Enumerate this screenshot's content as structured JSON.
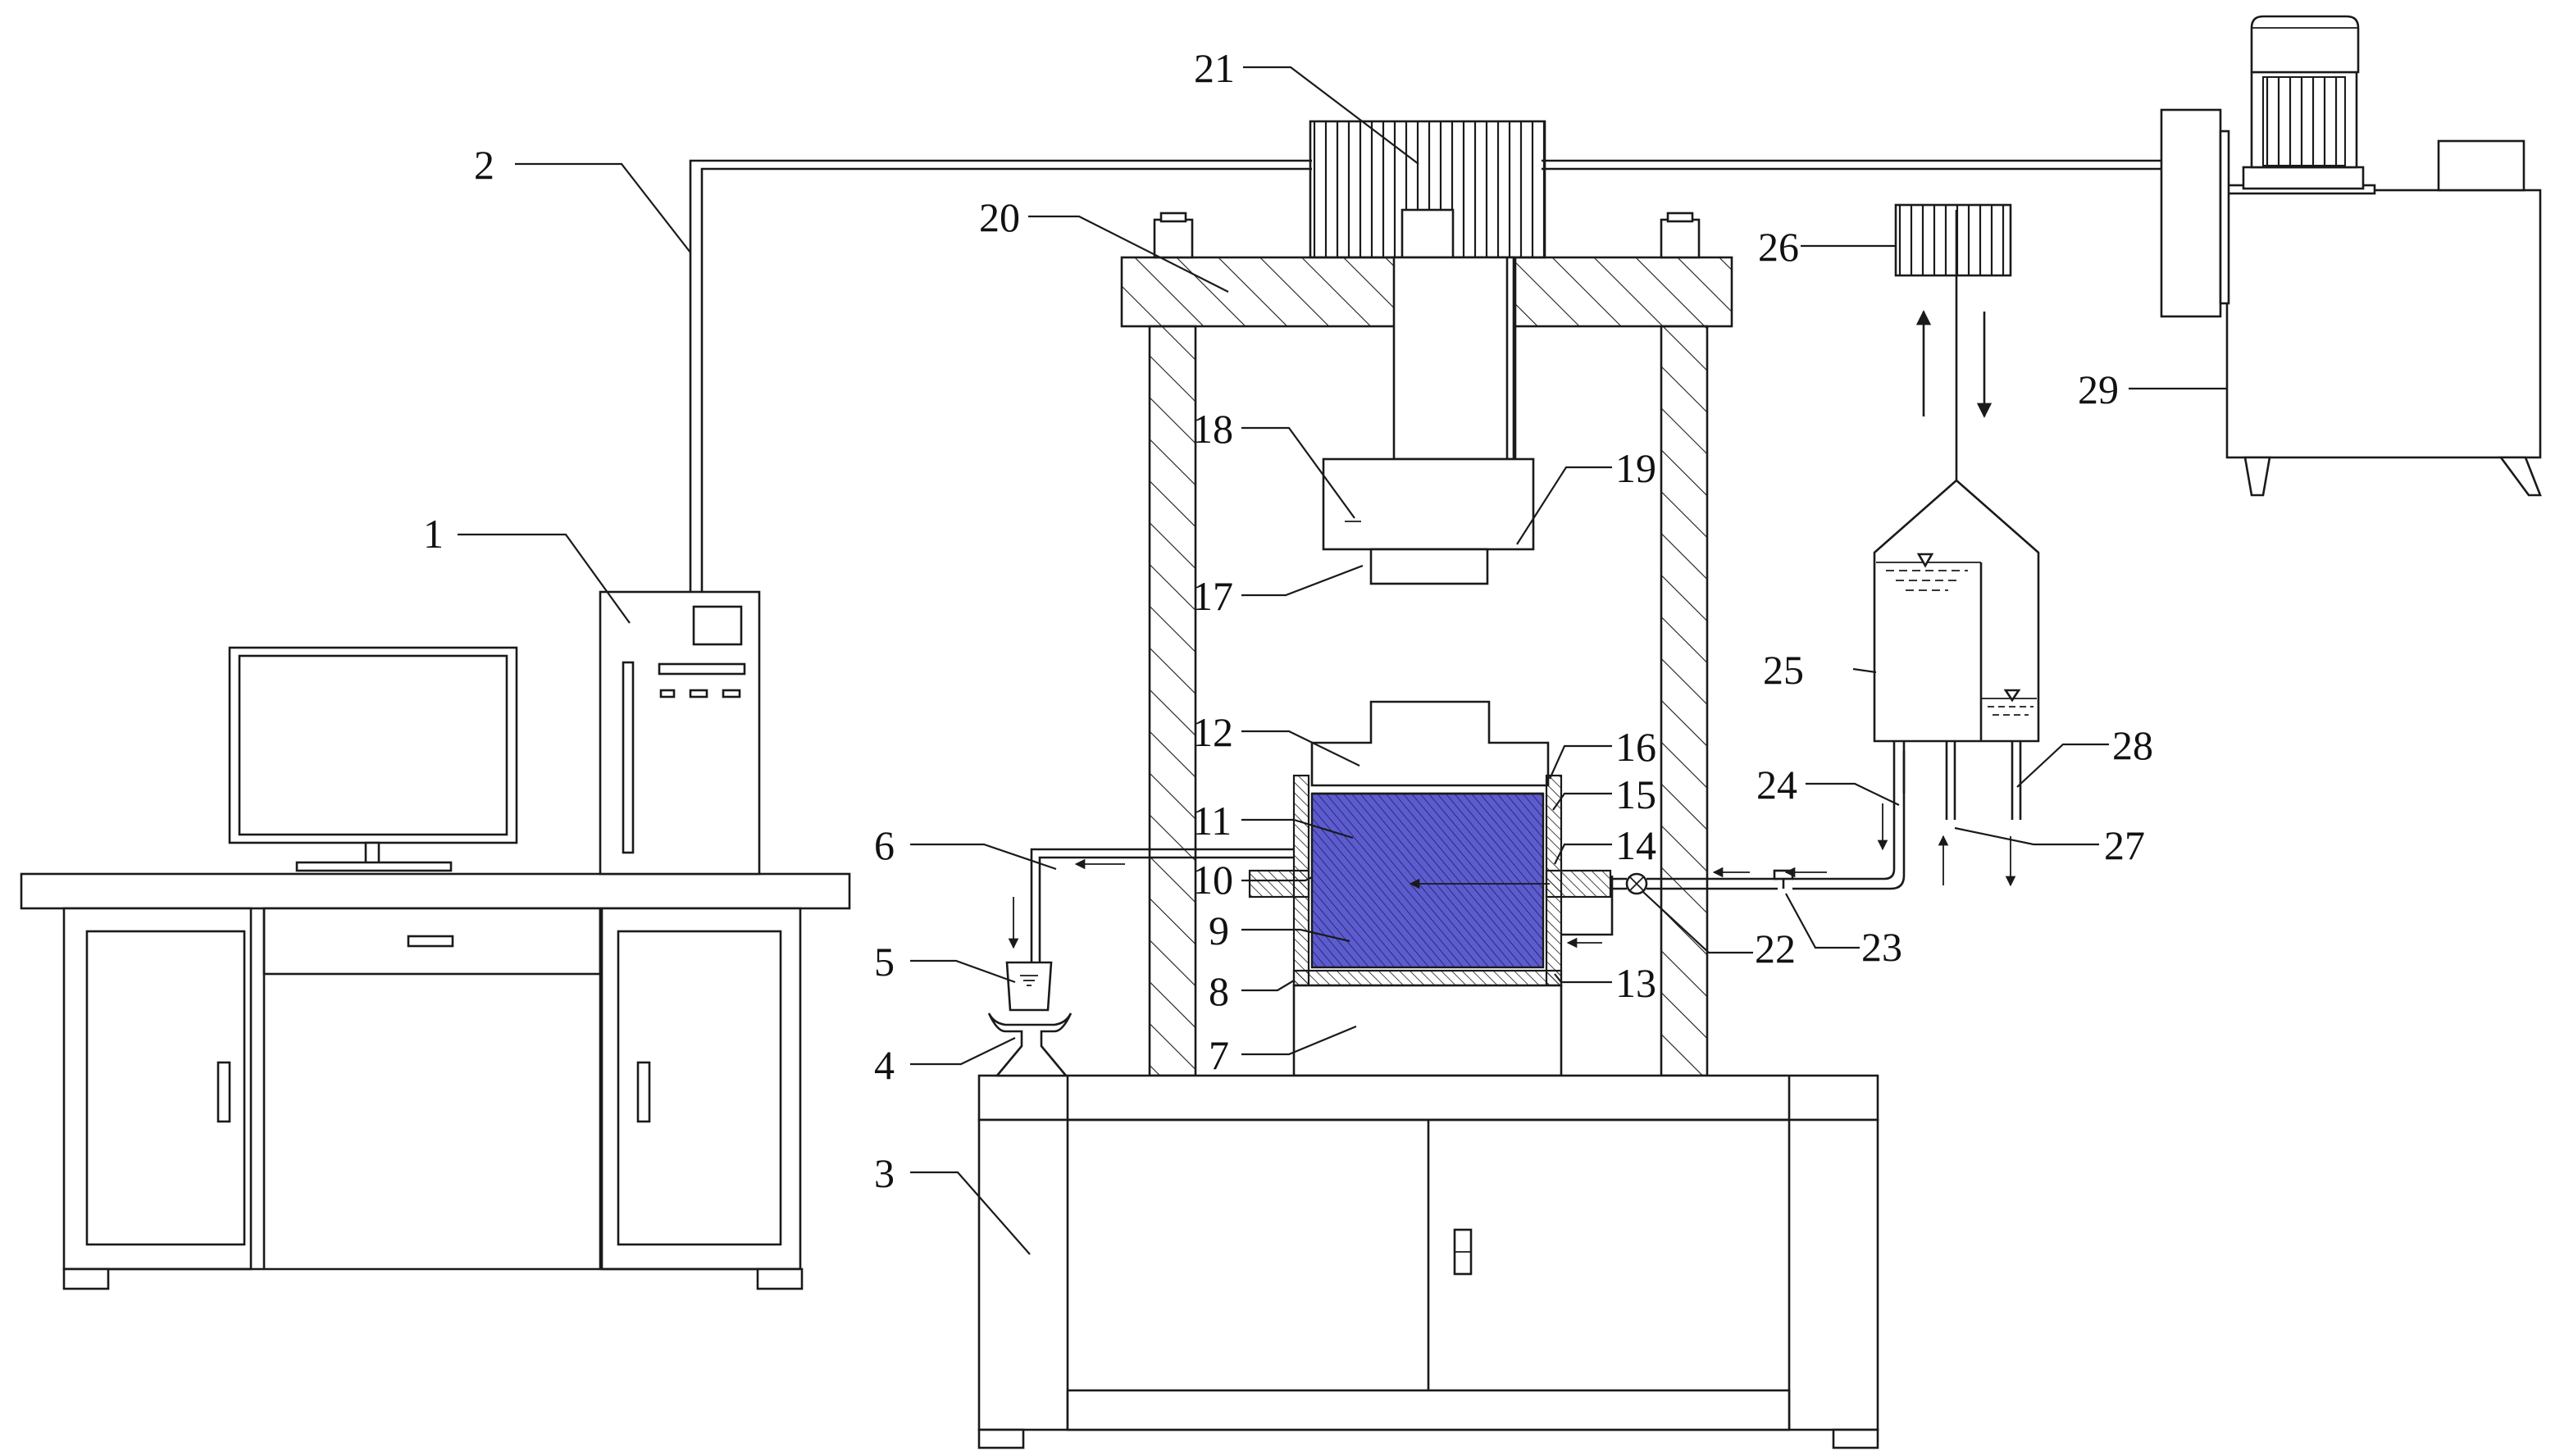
{
  "labels": [
    "1",
    "2",
    "3",
    "4",
    "5",
    "6",
    "7",
    "8",
    "9",
    "10",
    "11",
    "12",
    "13",
    "14",
    "15",
    "16",
    "17",
    "18",
    "19",
    "20",
    "21",
    "22",
    "23",
    "24",
    "25",
    "26",
    "27",
    "28",
    "29"
  ],
  "colors": {
    "line": "#1a1a1a",
    "soil_sample": "#5c5ccf",
    "soil_hatch": "#2a2a7a",
    "background": "#ffffff"
  },
  "icons": [
    "computer-monitor-icon",
    "computer-host-icon",
    "hydraulic-pump-icon",
    "flow-arrow-icon",
    "water-level-icon"
  ]
}
